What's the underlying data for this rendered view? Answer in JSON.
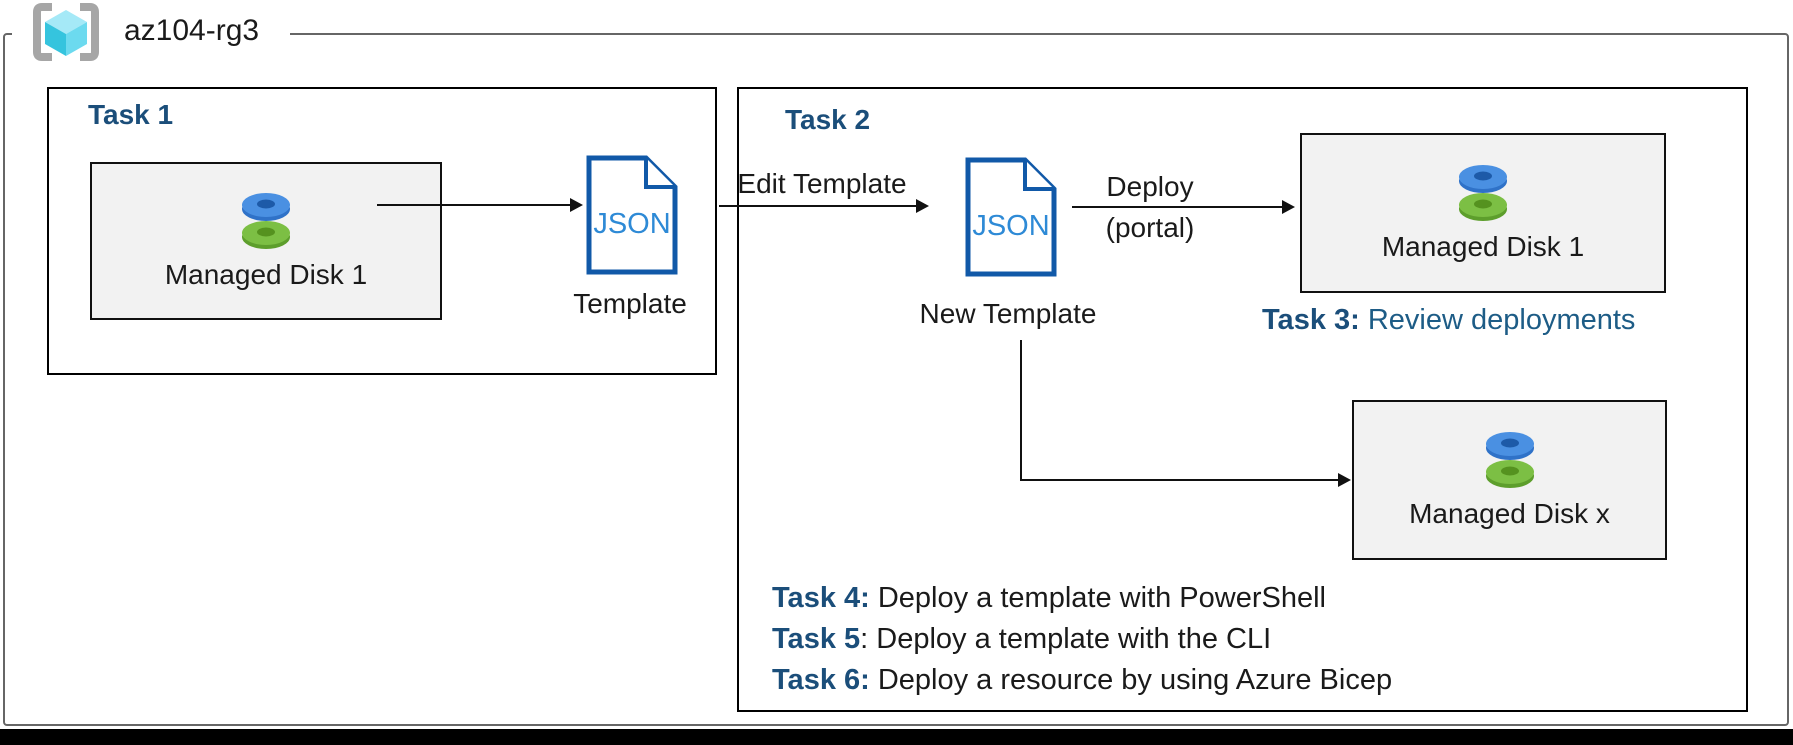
{
  "resource_group": {
    "name": "az104-rg3"
  },
  "task1": {
    "title": "Task 1",
    "disk": {
      "label": "Managed Disk 1"
    },
    "json_doc": {
      "text": "JSON",
      "caption": "Template"
    }
  },
  "task2": {
    "title": "Task 2",
    "edit_arrow": {
      "label": "Edit Template"
    },
    "json_doc": {
      "text": "JSON",
      "caption": "New Template"
    },
    "deploy_arrow": {
      "label": "Deploy",
      "sublabel": "(portal)"
    },
    "disk1": {
      "label": "Managed Disk 1"
    },
    "diskx": {
      "label": "Managed Disk x"
    },
    "task3": {
      "label": "Task 3:",
      "text": " Review deployments"
    },
    "notes": [
      {
        "label": "Task 4:",
        "text": " Deploy a template with PowerShell"
      },
      {
        "label": "Task 5",
        "text": ": Deploy a template with the CLI"
      },
      {
        "label": "Task 6:",
        "text": " Deploy a resource by using Azure Bicep"
      }
    ]
  },
  "colors": {
    "navy": "#1b4e7a",
    "note-blue": "#1d5c86",
    "rg-border": "#666666",
    "box-fill": "#f2f2f2",
    "json-border": "#1159a8",
    "json-text": "#2e8ad6",
    "disk-blue": "#4a90e2",
    "disk-blue-dark": "#2f72c8",
    "disk-blue-hole": "#1d5aa8",
    "disk-green": "#7cbf44",
    "disk-green-dark": "#5d9e2c",
    "disk-green-hole": "#55921f",
    "cube-top": "#a5e9f7",
    "cube-left": "#35c4de",
    "cube-right": "#6cdaef",
    "bracket-gray": "#a6a6a6"
  }
}
